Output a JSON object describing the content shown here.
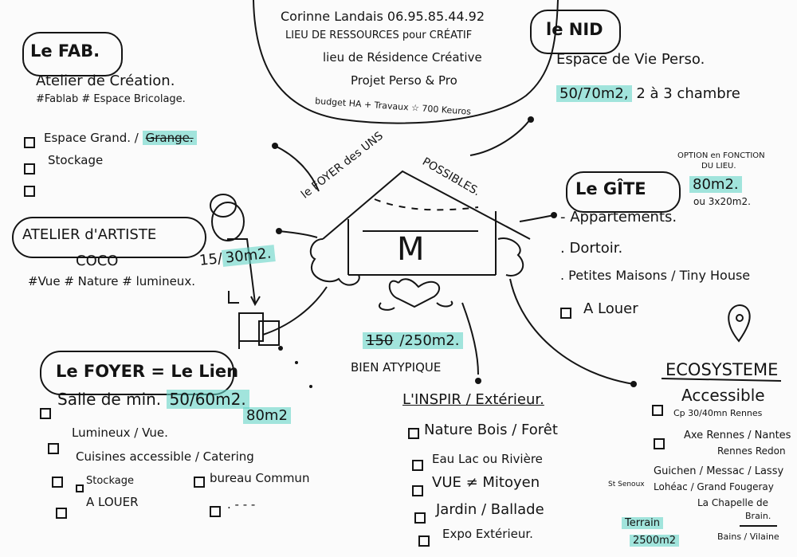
{
  "colors": {
    "ink": "#141414",
    "highlight": "#66d6c8",
    "paper": "#fbfbfb"
  },
  "header": {
    "contact": "Corinne Landais 06.95.85.44.92",
    "line1": "LIEU DE RESSOURCES pour CRÉATIF",
    "line2": "lieu de Résidence Créative",
    "line3": "Projet Perso & Pro",
    "budget": "budget HA + Travaux ☆ 700 Keuros"
  },
  "center": {
    "house_title_a": "le FOYER des UNS",
    "house_title_b": "POSSIBLES.",
    "house_letter": "M",
    "area_struck": "150",
    "area_rest": "/250m2.",
    "area_note": "BIEN ATYPIQUE"
  },
  "fab": {
    "title": "Le FAB.",
    "subtitle": "Atelier de Création.",
    "tags": "#Fablab # Espace Bricolage.",
    "items": [
      "Espace Grand. /",
      "Stockage",
      ""
    ],
    "item0_highlight": "Grange."
  },
  "nid": {
    "title": "le NID",
    "subtitle": "Espace de Vie Perso.",
    "area": "50/70m2,",
    "rooms": "2 à 3 chambre"
  },
  "atelier": {
    "title": "ATELIER d'ARTISTE",
    "name": "COCO",
    "area_prefix": "15/",
    "area": "30m2.",
    "tags": "#Vue # Nature # lumineux."
  },
  "gite": {
    "title": "Le GÎTE",
    "option": "OPTION en FONCTION",
    "option2": "DU LIEU.",
    "area": "80m2.",
    "alt": "ou 3x20m2.",
    "items": [
      "Appartements.",
      "Dortoir.",
      "Petites Maisons / Tiny House"
    ],
    "rent": "A Louer"
  },
  "foyer": {
    "title": "Le FOYER = Le Lien",
    "room_label": "Salle de min.",
    "room_area": "50/60m2.",
    "room_area2": "80m2",
    "items": [
      "Lumineux / Vue.",
      "Cuisines accessible / Catering"
    ],
    "storage": "Stockage",
    "office": "bureau Commun",
    "rent": "A LOUER",
    "more": ". - - -"
  },
  "inspir": {
    "title": "L'INSPIR / Extérieur.",
    "items": [
      "Nature Bois / Forêt",
      "Eau Lac ou Rivière",
      "VUE ≠ Mitoyen",
      "Jardin / Ballade",
      "Expo Extérieur."
    ]
  },
  "ecosysteme": {
    "title": "ECOSYSTEME",
    "items": [
      "Accessible",
      "Axe Rennes / Nantes"
    ],
    "accessible_note": "Cp 30/40mn Rennes",
    "axe_note": "Rennes Redon",
    "cities1": "Guichen / Messac / Lassy",
    "cities2": "Lohéac / Grand Fougeray",
    "cities3": "La Chapelle de",
    "cities4": "Brain.",
    "cities5": "Bains / Vilaine",
    "side_note": "St Senoux",
    "terrain": "Terrain",
    "terrain_area": "2500m2"
  }
}
